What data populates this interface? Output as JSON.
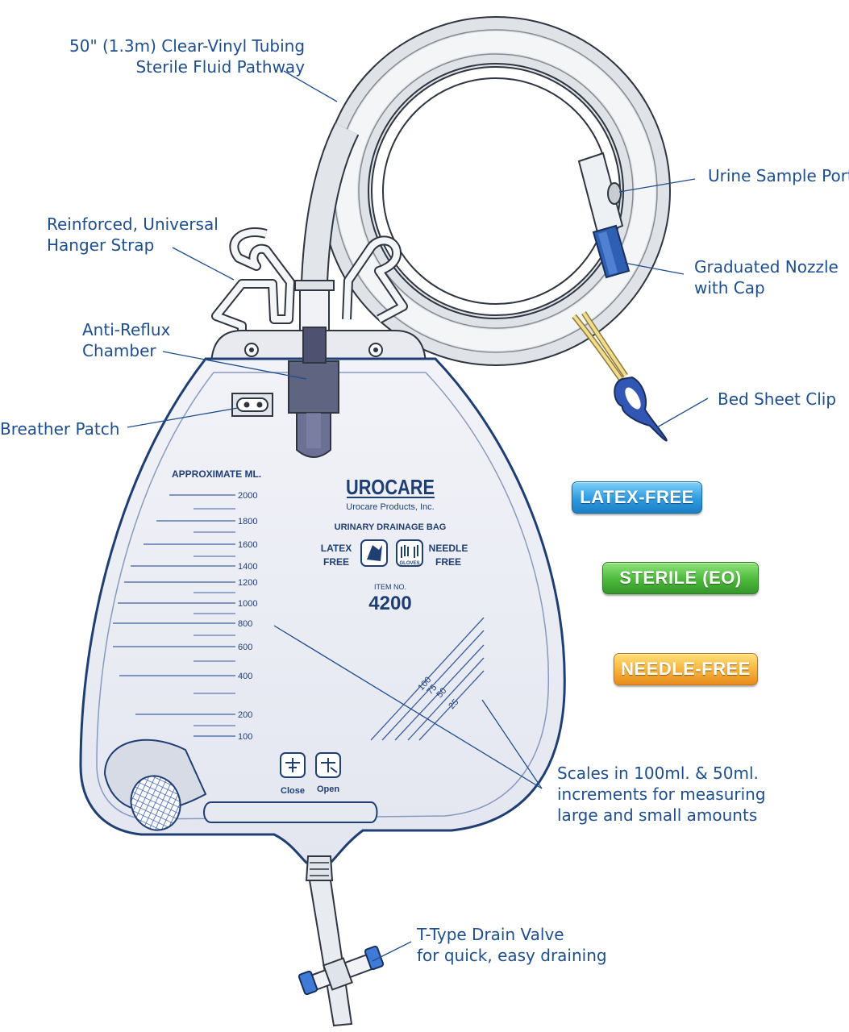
{
  "callouts": {
    "tubing": [
      "50\" (1.3m) Clear-Vinyl Tubing",
      "Sterile Fluid Pathway"
    ],
    "sample_port": [
      "Urine Sample Port"
    ],
    "hanger": [
      "Reinforced, Universal",
      "Hanger Strap"
    ],
    "nozzle": [
      "Graduated Nozzle",
      "with Cap"
    ],
    "anti_reflux": [
      "Anti-Reflux",
      "Chamber"
    ],
    "bed_clip": [
      "Bed Sheet Clip"
    ],
    "breather": [
      "Breather Patch"
    ],
    "scales": [
      "Scales in 100ml. & 50ml.",
      "increments for measuring",
      "large and small amounts"
    ],
    "drain_valve": [
      "T-Type Drain Valve",
      "for quick, easy draining"
    ]
  },
  "badges": {
    "latex_free": "LATEX-FREE",
    "sterile": "STERILE (EO)",
    "needle_free": "NEEDLE-FREE"
  },
  "bag": {
    "scale_title": "APPROXIMATE ML.",
    "scale_labels": [
      "2000",
      "1800",
      "1600",
      "1400",
      "1200",
      "1000",
      "800",
      "600",
      "400",
      "200",
      "100"
    ],
    "brand": "UROCARE",
    "company": "Urocare Products, Inc.",
    "product": "URINARY DRAINAGE BAG",
    "latex_label": [
      "LATEX",
      "FREE"
    ],
    "needle_label": [
      "NEEDLE",
      "FREE"
    ],
    "gloves_label": "GLOVES",
    "item_label": "ITEM NO.",
    "item_number": "4200",
    "small_scale_labels": [
      "100",
      "75",
      "50",
      "25"
    ],
    "valve_close": "Close",
    "valve_open": "Open"
  },
  "colors": {
    "callout_text": "#1f4e8c",
    "bag_outline": "#1f3f73",
    "nozzle_cap": "#2e5fb3"
  }
}
